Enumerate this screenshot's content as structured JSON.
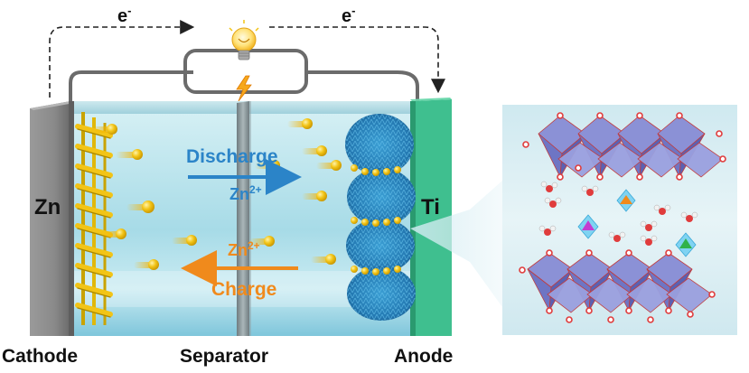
{
  "labels": {
    "electron_left": "e",
    "electron_left_sup": "-",
    "electron_right": "e",
    "electron_right_sup": "-",
    "zn_electrode": "Zn",
    "ti_electrode": "Ti",
    "discharge": "Discharge",
    "charge": "Charge",
    "ion_top": "Zn",
    "ion_top_sup": "2+",
    "ion_bottom": "Zn",
    "ion_bottom_sup": "2+",
    "cathode": "Cathode",
    "separator": "Separator",
    "anode": "Anode"
  },
  "colors": {
    "discharge": "#2b84c8",
    "charge": "#f08a1c",
    "zn_plate": "#8c8c8c",
    "ti_plate": "#3fbf8f",
    "electrolyte": "#bfe6ef",
    "zinc_ion": "#f2c416",
    "anode_material": "#2e8fc4",
    "octahedron": "#8c93d8",
    "oxygen": "#e03c3c"
  },
  "icons": [
    "light-bulb-icon",
    "lightning-bolt-icon"
  ]
}
